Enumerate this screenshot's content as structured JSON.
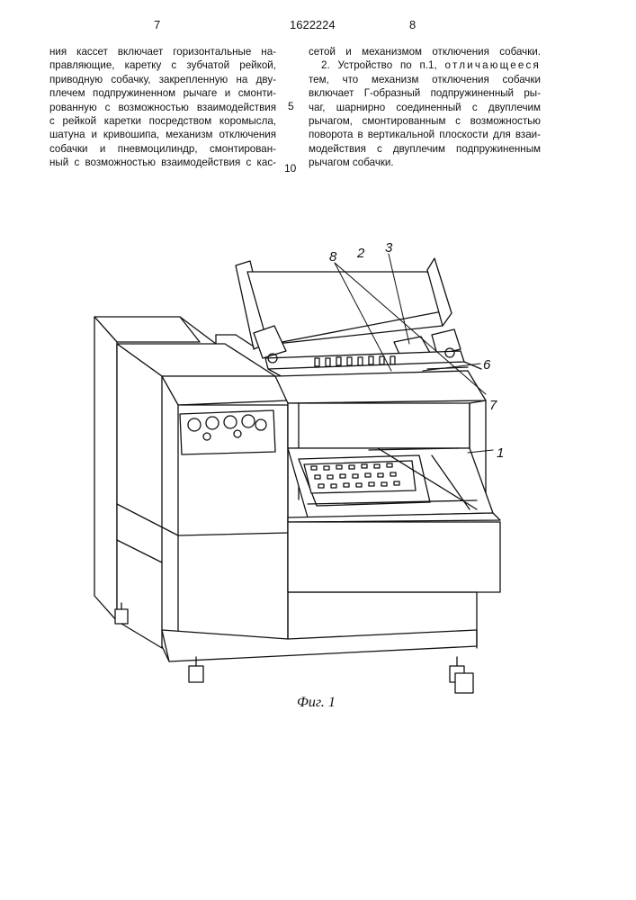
{
  "header": {
    "left_page": "7",
    "patent_number": "1622224",
    "right_page": "8"
  },
  "left_column": [
    "ния кассет включает горизонтальные на-",
    "правляющие, каретку с зубчатой рейкой,",
    "приводную собачку, закрепленную на дву-",
    "плечем подпружиненном рычаге и смонти-",
    "рованную с возможностью взаимодействия",
    "с рейкой каретки посредством коромысла,",
    "шатуна и кривошипа, механизм отключения",
    "собачки и пневмоцилиндр, смонтирован-",
    "ный с возможностью взаимодействия с кас-"
  ],
  "right_column": {
    "line1": "сетой и механизмом отключения собачки.",
    "line2_start": "2. Устройство по п.1, ",
    "line2_spaced": "отличающееся",
    "line2_end": " тем, что механизм отключения собачки",
    "rest": [
      "включает Г-образный подпружиненный ры-",
      "чаг, шарнирно соединенный  с двуплечим",
      "рычагом, смонтированным с возможностью",
      "поворота в вертикальной плоскости для взаи-",
      "модействия с двуплечим подпружиненным",
      "рычагом собачки."
    ]
  },
  "line_numbers": [
    "5",
    "10"
  ],
  "figure": {
    "callouts": [
      "8",
      "2",
      "3",
      "6",
      "7",
      "1"
    ],
    "caption": "Фиг. 1"
  }
}
